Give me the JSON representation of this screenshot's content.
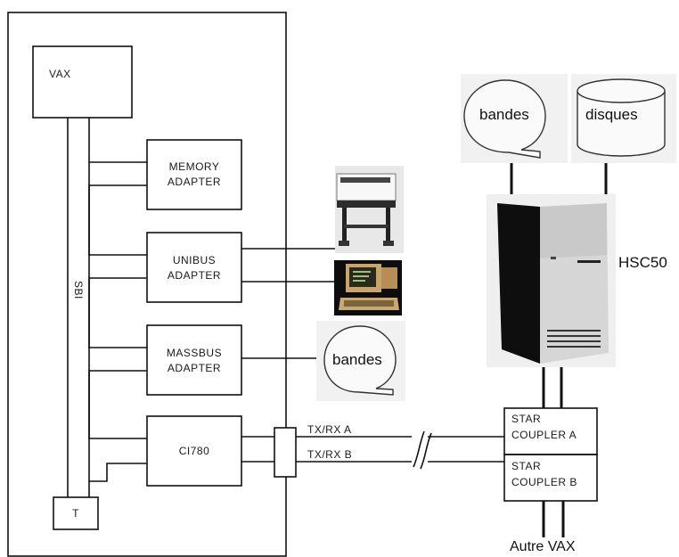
{
  "blocks": {
    "vax": "VAX",
    "memory_adapter": [
      "MEMORY",
      "ADAPTER"
    ],
    "unibus_adapter": [
      "UNIBUS",
      "ADAPTER"
    ],
    "massbus_adapter": [
      "MASSBUS",
      "ADAPTER"
    ],
    "ci780": "CI780",
    "terminator": "T",
    "sbi": "SBI"
  },
  "links": {
    "tx_rx_a": "TX/RX A",
    "tx_rx_b": "TX/RX B"
  },
  "peripherals": {
    "bandes_top": "bandes",
    "disques": "disques",
    "bandes_massbus": "bandes",
    "hsc": "HSC50"
  },
  "couplers": {
    "a": [
      "STAR",
      "COUPLER A"
    ],
    "b": [
      "STAR",
      "COUPLER B"
    ]
  },
  "other": "Autre VAX",
  "colors": {
    "line": "#111111",
    "photo_bg": "#e9e9e9",
    "tape_bg": "#f1f1f1"
  }
}
